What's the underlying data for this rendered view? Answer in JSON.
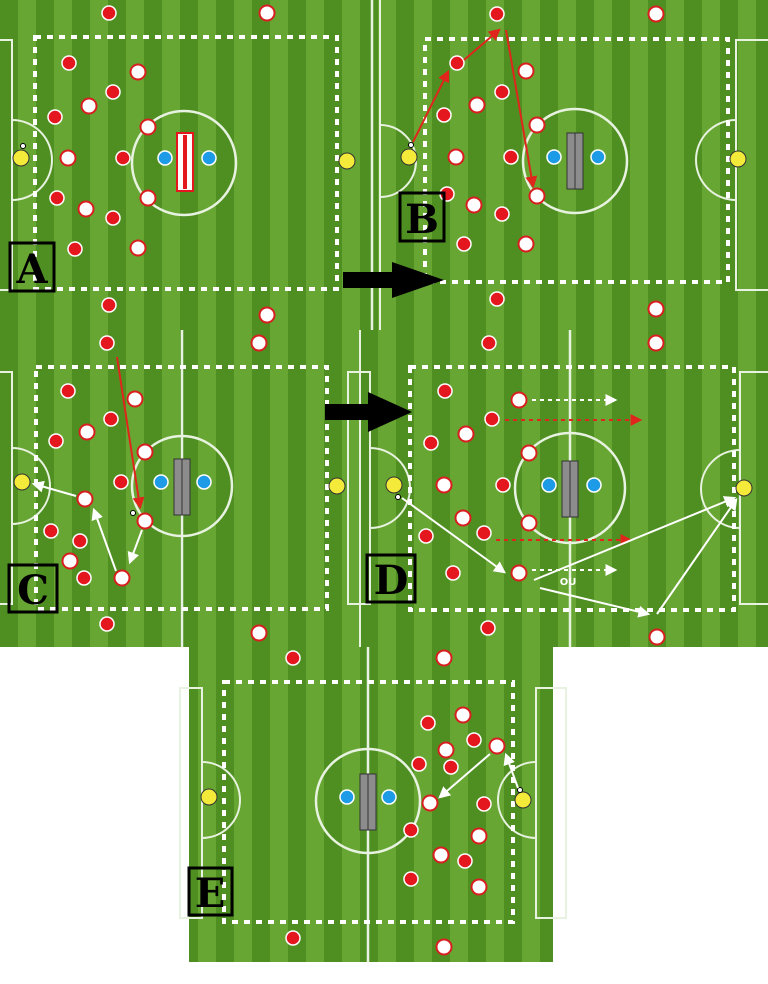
{
  "colors": {
    "grass_dark": "#4f8f22",
    "grass_light": "#6aaa34",
    "line": "#e8f2e0",
    "zone": "#ffffff",
    "red_player": "#e4161e",
    "white_player": "#ffffff",
    "white_player_border": "#d81f1f",
    "blue_player": "#1e9be6",
    "keeper": "#f4ea3a",
    "goal": "#8c8c8c",
    "red_arrow": "#e0261c",
    "white_arrow": "#ffffff",
    "transition_arrow": "#000000"
  },
  "panels": [
    {
      "id": "A",
      "label": "A"
    },
    {
      "id": "B",
      "label": "B"
    },
    {
      "id": "C",
      "label": "C"
    },
    {
      "id": "D",
      "label": "D",
      "note": "OU"
    },
    {
      "id": "E",
      "label": "E"
    }
  ]
}
